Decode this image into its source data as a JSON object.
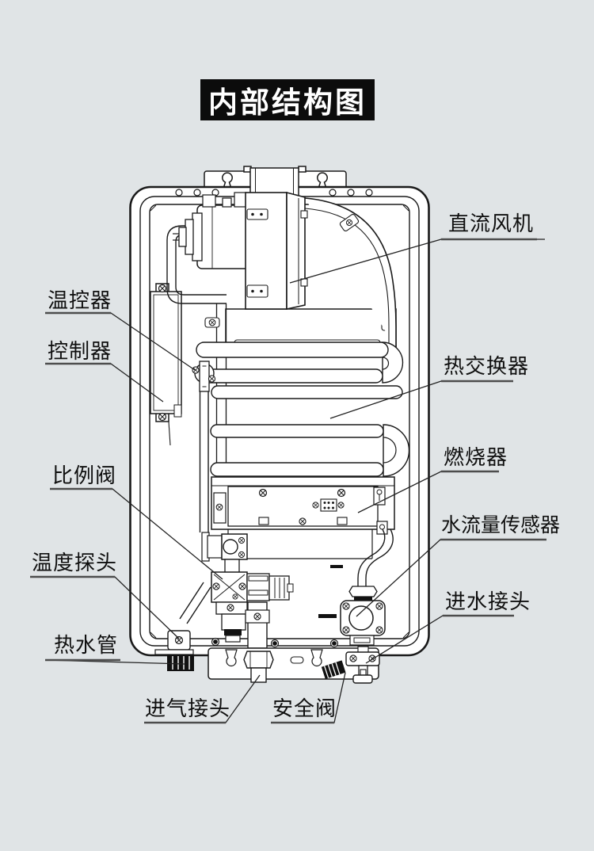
{
  "title": "内部结构图",
  "colors": {
    "background": "#e0e4e6",
    "line": "#1a1a1a",
    "label_text": "#0f0f0f",
    "title_bg": "#0c0c0c",
    "title_fg": "#ffffff",
    "underline": "#4d4d4d",
    "solid_part": "#111111"
  },
  "labels": [
    {
      "id": "dc-fan",
      "text": "直流风机"
    },
    {
      "id": "thermostat",
      "text": "温控器"
    },
    {
      "id": "controller",
      "text": "控制器"
    },
    {
      "id": "heat-exchanger",
      "text": "热交换器"
    },
    {
      "id": "burner",
      "text": "燃烧器"
    },
    {
      "id": "proportional-valve",
      "text": "比例阀"
    },
    {
      "id": "water-flow-sensor",
      "text": "水流量传感器"
    },
    {
      "id": "temperature-probe",
      "text": "温度探头"
    },
    {
      "id": "water-inlet",
      "text": "进水接头"
    },
    {
      "id": "hot-water-pipe",
      "text": "热水管"
    },
    {
      "id": "gas-inlet",
      "text": "进气接头"
    },
    {
      "id": "safety-valve",
      "text": "安全阀"
    }
  ]
}
